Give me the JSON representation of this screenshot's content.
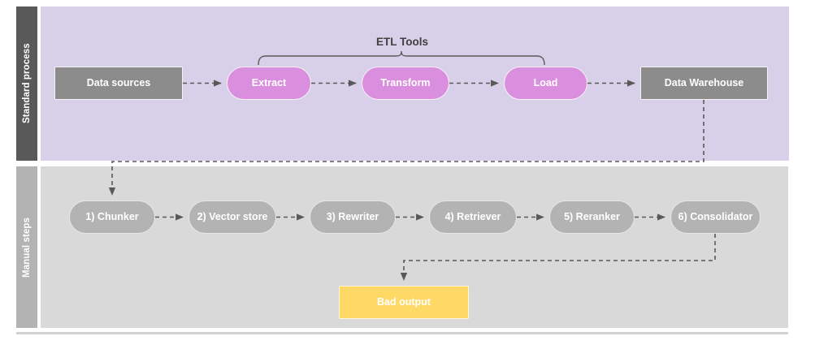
{
  "diagram": {
    "lanes": [
      {
        "label": "Standard process",
        "band_color": "#595959",
        "body_color": "#d8d0e8"
      },
      {
        "label": "Manual steps",
        "band_color": "#b3b3b3",
        "body_color": "#d9d9d9"
      }
    ],
    "annotations": {
      "etl_bracket_label": "ETL Tools"
    },
    "standard_process_nodes": [
      {
        "id": "data-sources",
        "label": "Data sources",
        "shape": "rect",
        "color": "#8c8c8c"
      },
      {
        "id": "extract",
        "label": "Extract",
        "shape": "pill",
        "color": "#d98fdd"
      },
      {
        "id": "transform",
        "label": "Transform",
        "shape": "pill",
        "color": "#d98fdd"
      },
      {
        "id": "load",
        "label": "Load",
        "shape": "pill",
        "color": "#d98fdd"
      },
      {
        "id": "data-warehouse",
        "label": "Data Warehouse",
        "shape": "rect",
        "color": "#8c8c8c"
      }
    ],
    "manual_steps_nodes": [
      {
        "id": "chunker",
        "label": "1) Chunker",
        "shape": "pill",
        "color": "#b3b3b3"
      },
      {
        "id": "vector-store",
        "label": "2) Vector store",
        "shape": "pill",
        "color": "#b3b3b3"
      },
      {
        "id": "rewriter",
        "label": "3) Rewriter",
        "shape": "pill",
        "color": "#b3b3b3"
      },
      {
        "id": "retriever",
        "label": "4) Retriever",
        "shape": "pill",
        "color": "#b3b3b3"
      },
      {
        "id": "reranker",
        "label": "5) Reranker",
        "shape": "pill",
        "color": "#b3b3b3"
      },
      {
        "id": "consolidator",
        "label": "6) Consolidator",
        "shape": "pill",
        "color": "#b3b3b3"
      }
    ],
    "output_node": {
      "id": "bad-output",
      "label": "Bad output",
      "shape": "rect",
      "color": "#ffd966"
    },
    "connector_color": "#595959",
    "connector_style": "dashed"
  }
}
